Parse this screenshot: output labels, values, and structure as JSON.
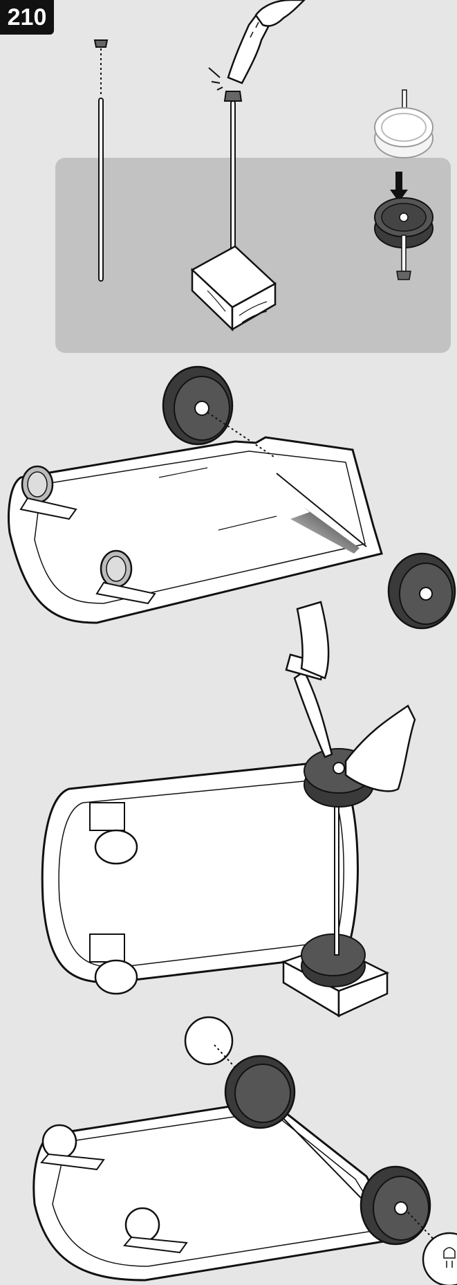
{
  "step": {
    "number": "210"
  },
  "panels": [
    {
      "id": "axle-cap-prep",
      "label": ""
    },
    {
      "id": "slide-axle",
      "label": ""
    },
    {
      "id": "hammer-cap",
      "label": ""
    },
    {
      "id": "hubcap-install",
      "label": ""
    }
  ],
  "colors": {
    "background": "#e6e6e6",
    "panel": "#c2c2c2",
    "line": "#111111",
    "wheel_dark": "#4a4a4a",
    "white": "#ffffff"
  },
  "icons": [
    "hammer-icon",
    "hand-icon",
    "wheel-icon",
    "caster-icon",
    "wood-block-icon",
    "axle-cap-icon",
    "hubcap-icon",
    "arrow-icon"
  ]
}
